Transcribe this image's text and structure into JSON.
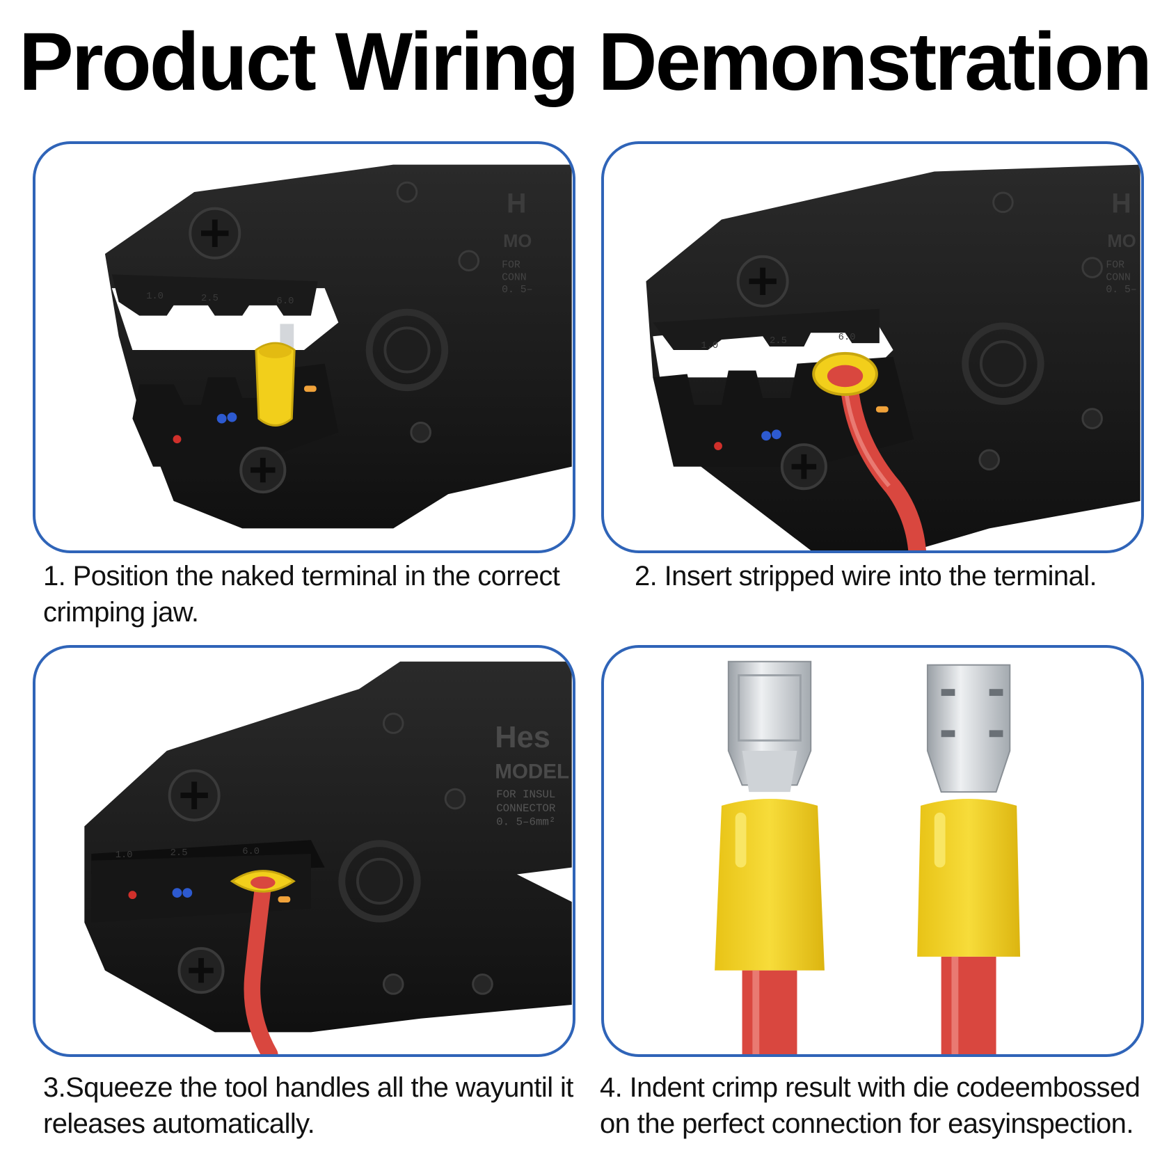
{
  "title": "Product Wiring Demonstration",
  "steps": [
    {
      "caption": "1. Position the naked terminal in the correct crimping jaw.",
      "tool_text": {
        "brand": "H",
        "model": "MO",
        "line1": "FOR",
        "line2": "CONN",
        "line3": "0. 5–"
      },
      "jaw_labels": [
        "1.0",
        "2.5",
        "6.0"
      ]
    },
    {
      "caption": "2. Insert stripped wire into the terminal.",
      "tool_text": {
        "brand": "H",
        "model": "MO",
        "line1": "FOR",
        "line2": "CONN",
        "line3": "0. 5–"
      },
      "jaw_labels": [
        "1.0",
        "2.5",
        "6.0"
      ]
    },
    {
      "caption": "3.Squeeze the tool handles all the wayuntil it releases automatically.",
      "tool_text": {
        "brand": "Hes",
        "model": "MODEL",
        "line1": "FOR INSUL",
        "line2": "CONNECTOR",
        "line3": "0. 5–6mm²"
      },
      "jaw_labels": [
        "1.0",
        "2.5",
        "6.0"
      ]
    },
    {
      "caption": "4. Indent crimp result with die codeembossed on the perfect connection for easyinspection."
    }
  ],
  "colors": {
    "border": "#2f64b8",
    "tool": "#1c1c1c",
    "terminal_yellow": "#f2cf1b",
    "wire_red": "#d9473f",
    "metal": "#c9cdd2"
  },
  "icons": [
    "crimping-tool",
    "insulated-terminal",
    "red-wire",
    "female-spade-connector"
  ]
}
